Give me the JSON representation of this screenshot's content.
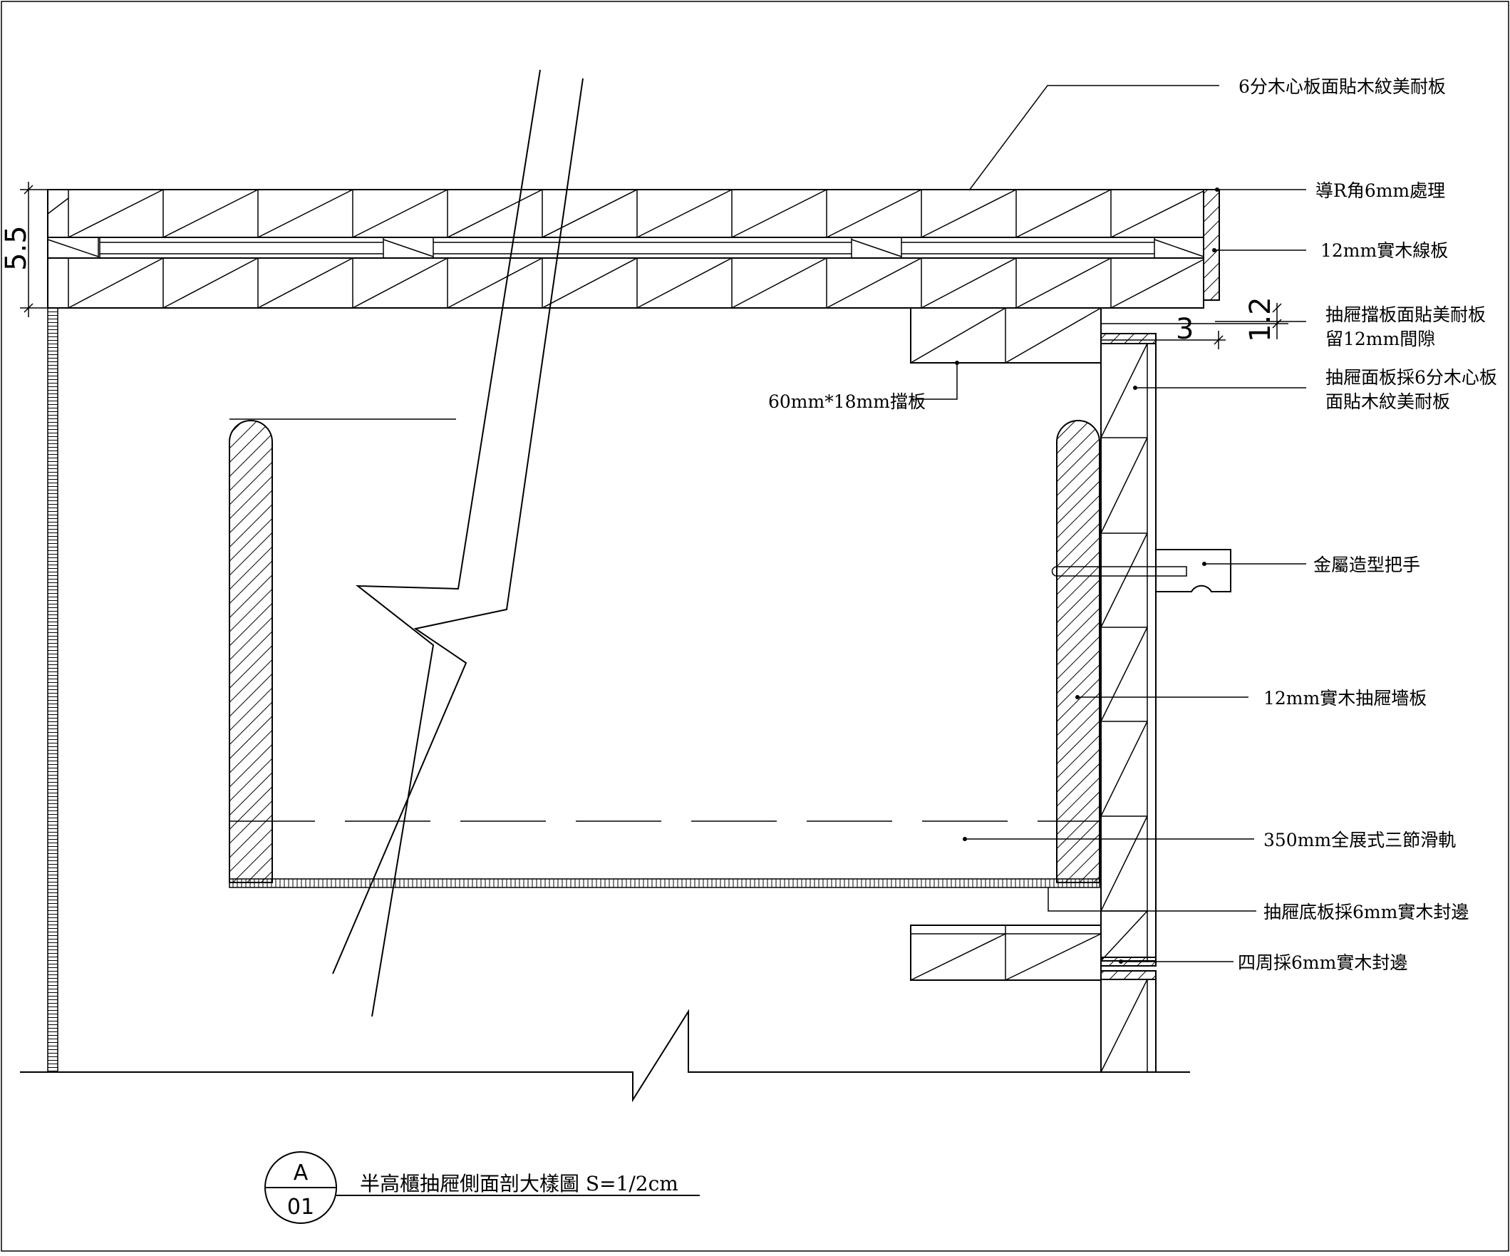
{
  "labels": {
    "top_panel": "6分木心板面貼木紋美耐板",
    "r_corner": "導R角6mm處理",
    "solid_trim": "12mm實木線板",
    "drawer_stop_line1": "抽屜擋板面貼美耐板",
    "drawer_stop_line2": "留12mm間隙",
    "front_panel_line1": "抽屜面板採6分木心板",
    "front_panel_line2": "面貼木紋美耐板",
    "stop_board": "60mm*18mm擋板",
    "handle": "金屬造型把手",
    "drawer_wall": "12mm實木抽屜墻板",
    "slide_rail": "350mm全展式三節滑軌",
    "bottom_board": "抽屜底板採6mm實木封邊",
    "edge_band": "四周採6mm實木封邊"
  },
  "dimensions": {
    "top_thickness": "5.5",
    "gap_vertical": "1.2",
    "gap_horizontal": "3"
  },
  "title_block": {
    "bubble_letter": "A",
    "bubble_number": "01",
    "title": "半高櫃抽屜側面剖大樣圖 S=1/2cm"
  }
}
